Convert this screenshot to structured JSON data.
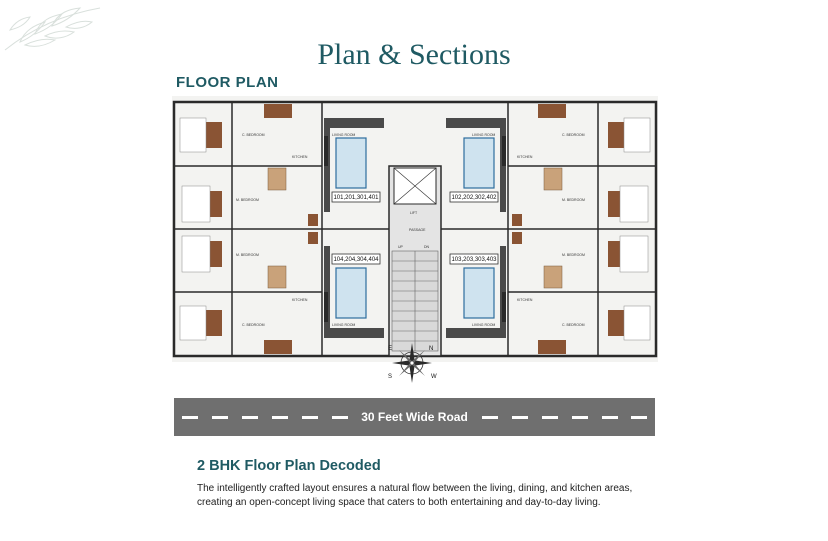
{
  "page": {
    "title": "Plan & Sections",
    "floor_plan_heading": "FLOOR PLAN"
  },
  "plan": {
    "units": {
      "top_left": "101,201,301,401",
      "top_right": "102,202,302,402",
      "bottom_left": "104,204,304,404",
      "bottom_right": "103,203,303,403"
    },
    "rooms": {
      "c_bedroom": "C. BEDROOM",
      "m_bedroom": "M. BEDROOM",
      "kitchen": "KITCHEN",
      "living_room": "LIVING ROOM",
      "passage": "PASSAGE",
      "lift": "LIFT",
      "up": "UP",
      "dn": "DN"
    },
    "compass": {
      "n": "N",
      "s": "S",
      "e": "E",
      "w": "W"
    },
    "road_label": "30 Feet Wide Road"
  },
  "decoded": {
    "heading": "2 BHK Floor Plan Decoded",
    "description": "The intelligently crafted layout ensures a natural flow between the living, dining, and kitchen areas, creating an open-concept living space that caters to both entertaining and day-to-day living."
  },
  "colors": {
    "accent": "#1f5a63",
    "road": "#6f6f6f",
    "wood": "#8a5434"
  }
}
